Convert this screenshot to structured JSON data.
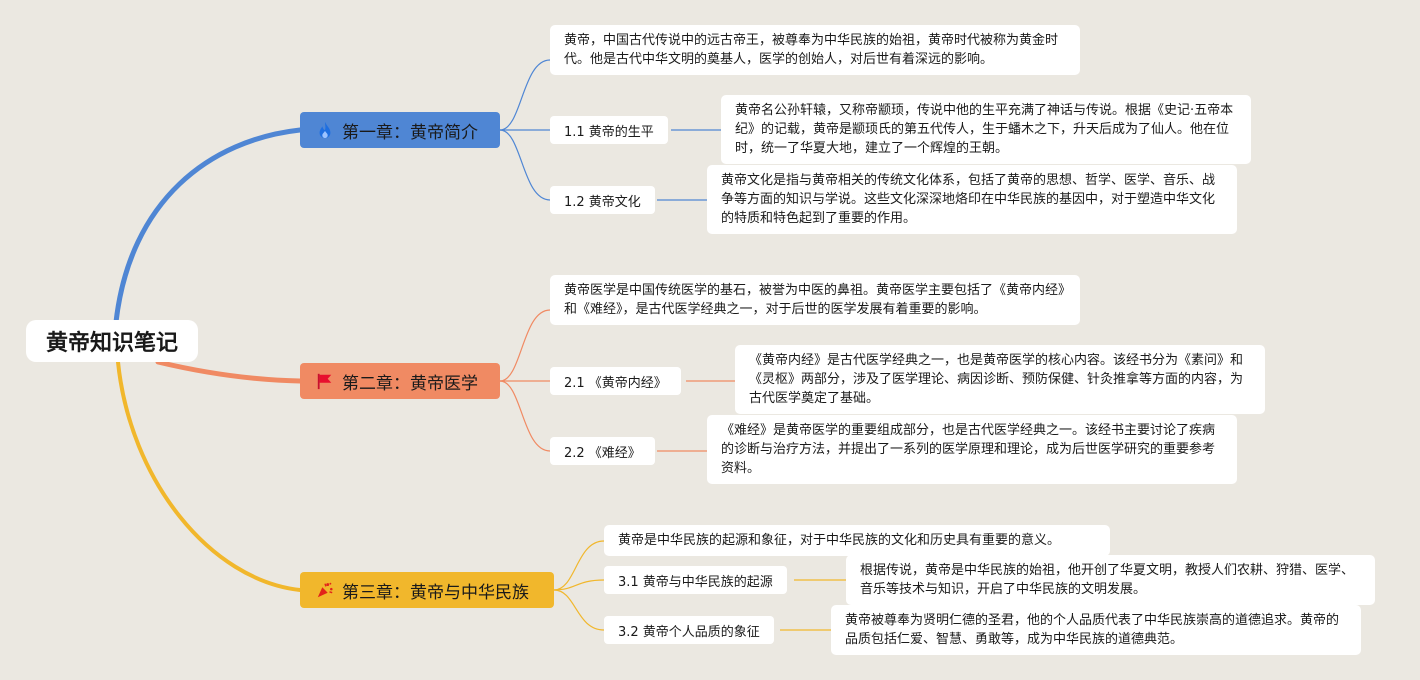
{
  "title": "黄帝知识笔记",
  "colors": {
    "blue": "#4f86d4",
    "red": "#f08a63",
    "yellow": "#f1b72c",
    "background": "#ebe8e1"
  },
  "chapters": [
    {
      "title": "第一章：黄帝简介",
      "icon": "flame-icon",
      "summary": "黄帝，中国古代传说中的远古帝王，被尊奉为中华民族的始祖，黄帝时代被称为黄金时代。他是古代中华文明的奠基人，医学的创始人，对后世有着深远的影响。",
      "sections": [
        {
          "label": "1.1 黄帝的生平",
          "note": "黄帝名公孙轩辕，又称帝颛顼，传说中他的生平充满了神话与传说。根据《史记·五帝本纪》的记载，黄帝是颛顼氏的第五代传人，生于蟠木之下，升天后成为了仙人。他在位时，统一了华夏大地，建立了一个辉煌的王朝。"
        },
        {
          "label": "1.2 黄帝文化",
          "note": "黄帝文化是指与黄帝相关的传统文化体系，包括了黄帝的思想、哲学、医学、音乐、战争等方面的知识与学说。这些文化深深地烙印在中华民族的基因中，对于塑造中华文化的特质和特色起到了重要的作用。"
        }
      ]
    },
    {
      "title": "第二章：黄帝医学",
      "icon": "flag-icon",
      "summary": "黄帝医学是中国传统医学的基石，被誉为中医的鼻祖。黄帝医学主要包括了《黄帝内经》和《难经》，是古代医学经典之一，对于后世的医学发展有着重要的影响。",
      "sections": [
        {
          "label": "2.1 《黄帝内经》",
          "note": "《黄帝内经》是古代医学经典之一，也是黄帝医学的核心内容。该经书分为《素问》和《灵枢》两部分，涉及了医学理论、病因诊断、预防保健、针灸推拿等方面的内容，为古代医学奠定了基础。"
        },
        {
          "label": "2.2 《难经》",
          "note": "《难经》是黄帝医学的重要组成部分，也是古代医学经典之一。该经书主要讨论了疾病的诊断与治疗方法，并提出了一系列的医学原理和理论，成为后世医学研究的重要参考资料。"
        }
      ]
    },
    {
      "title": "第三章：黄帝与中华民族",
      "icon": "party-popper-icon",
      "summary": "黄帝是中华民族的起源和象征，对于中华民族的文化和历史具有重要的意义。",
      "sections": [
        {
          "label": "3.1 黄帝与中华民族的起源",
          "note": "根据传说，黄帝是中华民族的始祖，他开创了华夏文明，教授人们农耕、狩猎、医学、音乐等技术与知识，开启了中华民族的文明发展。"
        },
        {
          "label": "3.2 黄帝个人品质的象征",
          "note": "黄帝被尊奉为贤明仁德的圣君，他的个人品质代表了中华民族崇高的道德追求。黄帝的品质包括仁爱、智慧、勇敢等，成为中华民族的道德典范。"
        }
      ]
    }
  ]
}
